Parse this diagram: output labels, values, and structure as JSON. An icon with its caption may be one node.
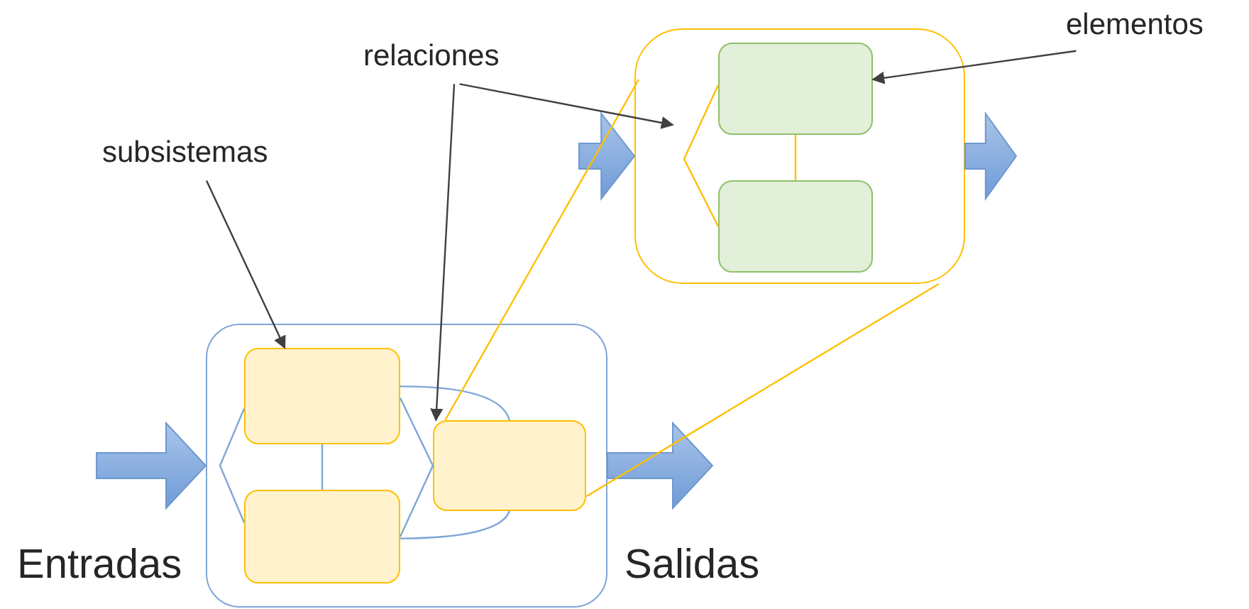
{
  "diagram": {
    "nodes": [
      {
        "text": [],
        "shape": "box"
      },
      {
        "text": [],
        "shape": "box",
        "in": 0
      },
      {
        "text": [],
        "shape": "box",
        "in": 0
      },
      {
        "text": [],
        "shape": "box",
        "in": 0
      },
      {
        "text": [],
        "shape": "box"
      },
      {
        "text": [],
        "shape": "box",
        "in": 4
      },
      {
        "text": [],
        "shape": "box",
        "in": 4
      },
      {
        "text": [
          "subsistemas"
        ]
      },
      {
        "text": [
          "relaciones"
        ]
      },
      {
        "text": [
          "elementos"
        ]
      }
    ],
    "edges": [
      {
        "from": null,
        "to": 0,
        "arrow": "to",
        "style": "thick"
      },
      {
        "from": 0,
        "to": null,
        "arrow": "to",
        "style": "thick"
      },
      {
        "from": null,
        "to": 4,
        "arrow": "to",
        "style": "thick"
      },
      {
        "from": 4,
        "to": null,
        "arrow": "to",
        "style": "thick"
      },
      {
        "from": 1,
        "to": 2,
        "arrow": "none"
      },
      {
        "from": 1,
        "to": 2,
        "arrow": "none"
      },
      {
        "from": 1,
        "to": 3,
        "arrow": "none"
      },
      {
        "from": 2,
        "to": 3,
        "arrow": "none"
      },
      {
        "from": 1,
        "to": 3,
        "arrow": "none"
      },
      {
        "from": 2,
        "to": 3,
        "arrow": "none"
      },
      {
        "from": 5,
        "to": 6,
        "arrow": "none",
        "color": "#ffc000"
      },
      {
        "from": 5,
        "to": 6,
        "arrow": "none",
        "color": "#ffc000"
      },
      {
        "from": 3,
        "to": 4,
        "arrow": "none",
        "color": "#ffc000"
      },
      {
        "from": 3,
        "to": 4,
        "arrow": "none",
        "color": "#ffc000"
      },
      {
        "from": 7,
        "to": 1,
        "arrow": "to",
        "color": "#404040"
      },
      {
        "from": 8,
        "to": 3,
        "arrow": "to",
        "color": "#404040"
      },
      {
        "from": 8,
        "to": null,
        "arrow": "to",
        "color": "#404040"
      },
      {
        "from": 9,
        "to": 5,
        "arrow": "to",
        "color": "#404040"
      }
    ],
    "labels": [
      "Entradas",
      "Salidas"
    ]
  }
}
